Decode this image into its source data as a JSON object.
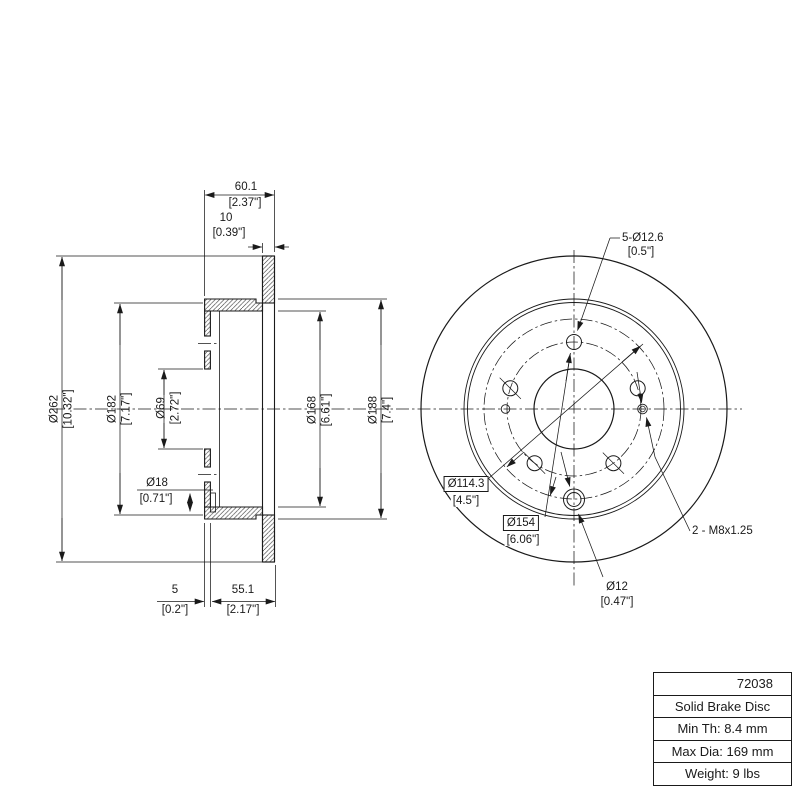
{
  "drawing_title": "Brake rotor engineering drawing",
  "section_view": {
    "hat_width": {
      "mm": "60.1",
      "in": "[2.37\"]"
    },
    "disc_thickness": {
      "mm": "10",
      "in": "[0.39\"]"
    },
    "outer_diameter": {
      "mm": "Ø262",
      "in": "[10.32\"]"
    },
    "inner_face_diameter": {
      "mm": "Ø182",
      "in": "[7.17\"]"
    },
    "center_hole_diameter": {
      "mm": "Ø69",
      "in": "[2.72\"]"
    },
    "step_diameter": {
      "mm": "Ø18",
      "in": "[0.71\"]"
    },
    "drum_inner_diameter": {
      "mm": "Ø168",
      "in": "[6.61\"]"
    },
    "hat_flange_diameter": {
      "mm": "Ø188",
      "in": "[7.4\"]"
    },
    "wall_thickness": {
      "mm": "5",
      "in": "[0.2\"]"
    },
    "hat_depth": {
      "mm": "55.1",
      "in": "[2.17\"]"
    }
  },
  "front_view": {
    "lug_holes": {
      "mm": "5-Ø12.6",
      "in": "[0.5\"]"
    },
    "bolt_circle": {
      "mm": "Ø114.3",
      "in": "[4.5\"]"
    },
    "drum_circle": {
      "mm": "Ø154",
      "in": "[6.06\"]"
    },
    "thread_callout": "2 - M8x1.25",
    "pin_hole": {
      "mm": "Ø12",
      "in": "[0.47\"]"
    }
  },
  "info_table": {
    "rows": [
      "72038",
      "Solid Brake Disc",
      "Min Th: 8.4 mm",
      "Max Dia: 169 mm",
      "Weight: 9 lbs"
    ]
  },
  "colors": {
    "line": "#1a1a1a",
    "background": "#ffffff"
  }
}
